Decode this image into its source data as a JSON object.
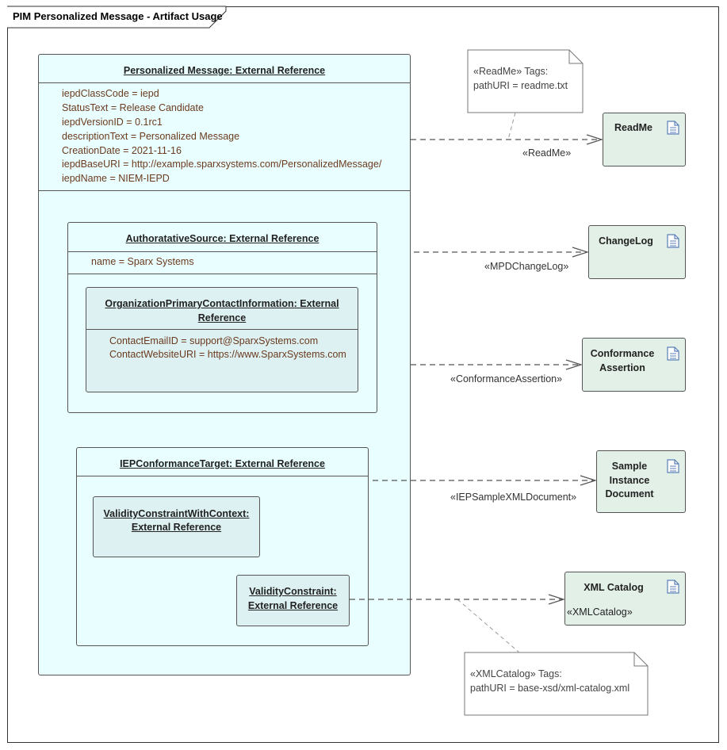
{
  "diagram_title": "PIM Personalized Message - Artifact Usage",
  "personalized_message": {
    "title": "Personalized Message: External Reference",
    "attributes": [
      "iepdClassCode = iepd",
      "StatusText = Release Candidate",
      "iepdVersionID = 0.1rc1",
      "descriptionText = Personalized Message",
      "CreationDate = 2021-11-16",
      "iepdBaseURI = http://example.sparxsystems.com/PersonalizedMessage/",
      "iepdName = NIEM-IEPD"
    ]
  },
  "authoritative_source": {
    "title": "AuthoratativeSource: External Reference",
    "attributes": [
      "name = Sparx Systems"
    ]
  },
  "org_contact": {
    "title_line1": "OrganizationPrimaryContactInformation: External",
    "title_line2": "Reference",
    "attributes": [
      "ContactEmailID = support@SparxSystems.com",
      "ContactWebsiteURI = https://www.SparxSystems.com"
    ]
  },
  "iep_target": {
    "title": "IEPConformanceTarget: External Reference"
  },
  "validity_context": {
    "title_line1": "ValidityConstraintWithContext:",
    "title_line2": "External Reference"
  },
  "validity_constraint": {
    "title_line1": "ValidityConstraint:",
    "title_line2": "External Reference"
  },
  "artifacts": {
    "readme": {
      "title": "ReadMe"
    },
    "changelog": {
      "title": "ChangeLog"
    },
    "conformance": {
      "title_line1": "Conformance",
      "title_line2": "Assertion"
    },
    "sample": {
      "title_line1": "Sample",
      "title_line2": "Instance",
      "title_line3": "Document"
    },
    "xml_catalog": {
      "title": "XML Catalog",
      "stereotype": "«XMLCatalog»"
    }
  },
  "relations": {
    "readme": "«ReadMe»",
    "changelog": "«MPDChangeLog»",
    "conformance": "«ConformanceAssertion»",
    "sample": "«IEPSampleXMLDocument»",
    "xml_catalog": ""
  },
  "notes": {
    "readme_line1": "«ReadMe» Tags:",
    "readme_line2": "pathURI = readme.txt",
    "catalog_line1": "«XMLCatalog» Tags:",
    "catalog_line2": "pathURI = base-xsd/xml-catalog.xml"
  },
  "colors": {
    "outer_fill": "#e9ffff",
    "inner_fill": "#ddf1f2",
    "artifact_fill": "#e3f0e8",
    "icon": "#5a7fb8",
    "attribute_text": "#6b3a1e"
  }
}
